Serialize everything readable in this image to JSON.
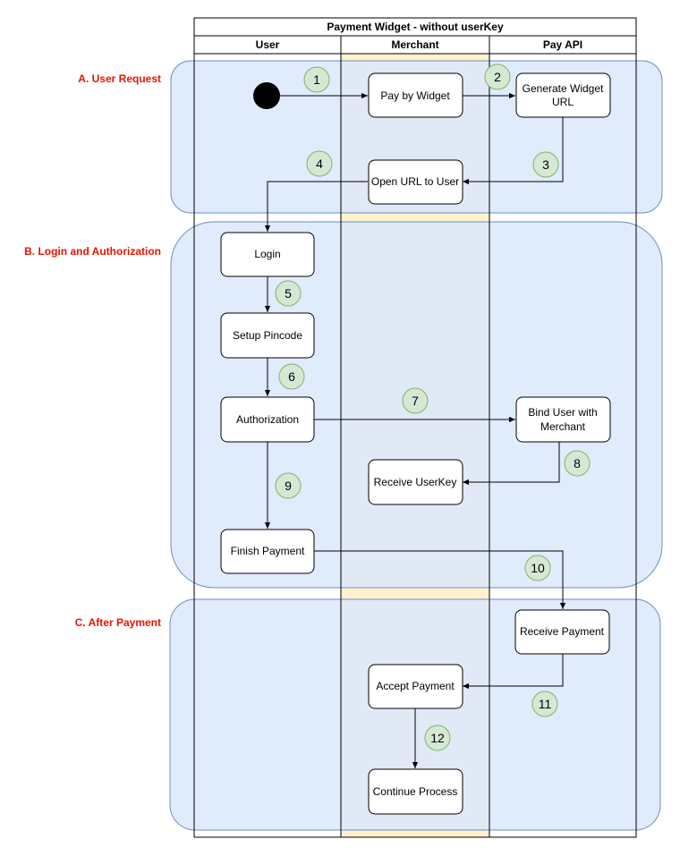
{
  "title": "Payment Widget - without userKey",
  "lanes": [
    "User",
    "Merchant",
    "Pay API"
  ],
  "sections": [
    "A. User Request",
    "B. Login and Authorization",
    "C. After Payment"
  ],
  "nodes": {
    "pay_by_widget": "Pay by Widget",
    "generate_url_line1": "Generate Widget",
    "generate_url_line2": "URL",
    "open_url": "Open URL to User",
    "login": "Login",
    "setup_pincode": "Setup Pincode",
    "authorization": "Authorization",
    "bind_line1": "Bind User with",
    "bind_line2": "Merchant",
    "receive_userkey": "Receive UserKey",
    "finish_payment": "Finish Payment",
    "receive_payment": "Receive Payment",
    "accept_payment": "Accept Payment",
    "continue_process": "Continue Process"
  },
  "steps": [
    "1",
    "2",
    "3",
    "4",
    "5",
    "6",
    "7",
    "8",
    "9",
    "10",
    "11",
    "12"
  ],
  "colors": {
    "section_fill": "#dae8fc",
    "section_stroke": "#6c8ebf",
    "merchant_lane_fill": "#fff2cc",
    "merchant_lane_stroke": "#d6b656",
    "step_fill": "#d5e8d4",
    "step_stroke": "#82b366",
    "section_label": "#e51400"
  }
}
